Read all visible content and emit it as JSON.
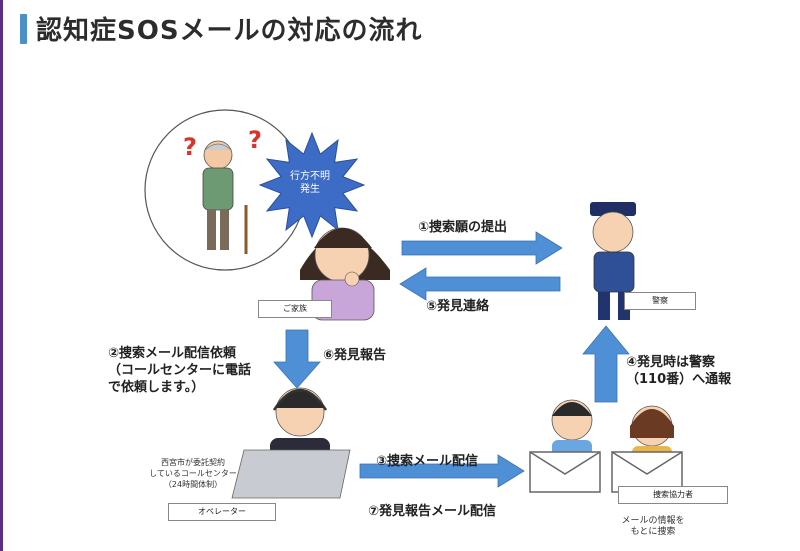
{
  "title": "認知症SOSメールの対応の流れ",
  "colors": {
    "arrow": "#4f8fd6",
    "title_accent": "#4a90c8",
    "burst": "#3d6cc6"
  },
  "nodes": {
    "missing_burst": "行方不明\n発生",
    "family": "ご家族",
    "police": "警察",
    "operator": "オペレーター",
    "operator_note": "西宮市が委託契約\nしているコールセンター\n（24時間体制）",
    "helpers": "捜索協力者",
    "helpers_note": "メールの情報を\nもとに捜索"
  },
  "steps": {
    "s1": "①捜索願の提出",
    "s2": "②捜索メール配信依頼\n（コールセンターに電話\nで依頼します。）",
    "s3": "③捜索メール配信",
    "s4": "④発見時は警察\n（110番）へ通報",
    "s5": "⑤発見連絡",
    "s6": "⑥発見報告",
    "s7": "⑦発見報告メール配信"
  }
}
